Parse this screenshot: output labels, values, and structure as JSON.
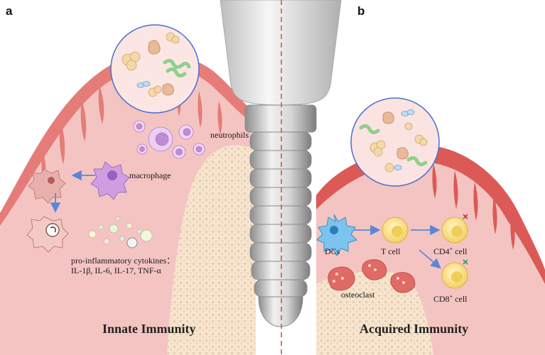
{
  "panel_a": {
    "letter": "a",
    "caption": "Innate Immunity",
    "labels": {
      "neutrophils": "neutrophils",
      "macrophage": "macrophage",
      "cytokines_line1": "pro-inflammatory cytokines：",
      "cytokines_line2": "IL-1β, IL-6, IL-17, TNF-α"
    }
  },
  "panel_b": {
    "letter": "b",
    "caption": "Acquired Immunity",
    "labels": {
      "dcs": "DCs",
      "t_cell": "T cell",
      "cd4_base": "CD4",
      "cd4_sup": "+",
      "cd4_suffix": " cell",
      "cd8_base": "CD8",
      "cd8_sup": "+",
      "cd8_suffix": " cell",
      "osteoclast": "osteoclast"
    }
  },
  "colors": {
    "gum": "#f2b7b5",
    "gum_dark": "#e06d6a",
    "gum_deep": "#d8504c",
    "bone": "#f6e4cf",
    "bone_dots": "#e7c9a6",
    "implant_silver": "#c9c9c9",
    "implant_abutment": "#e8e8e8",
    "divider": "#e0533f",
    "arrow_blue": "#5b86d6",
    "circle_blue": "#4b6fd0",
    "neutrophil": "#d9a6e6",
    "macrophage": "#c08ad6",
    "dc_blue": "#62b4e4",
    "t_cell_yellow": "#f6dc7a",
    "osteoclast": "#e06b64"
  }
}
